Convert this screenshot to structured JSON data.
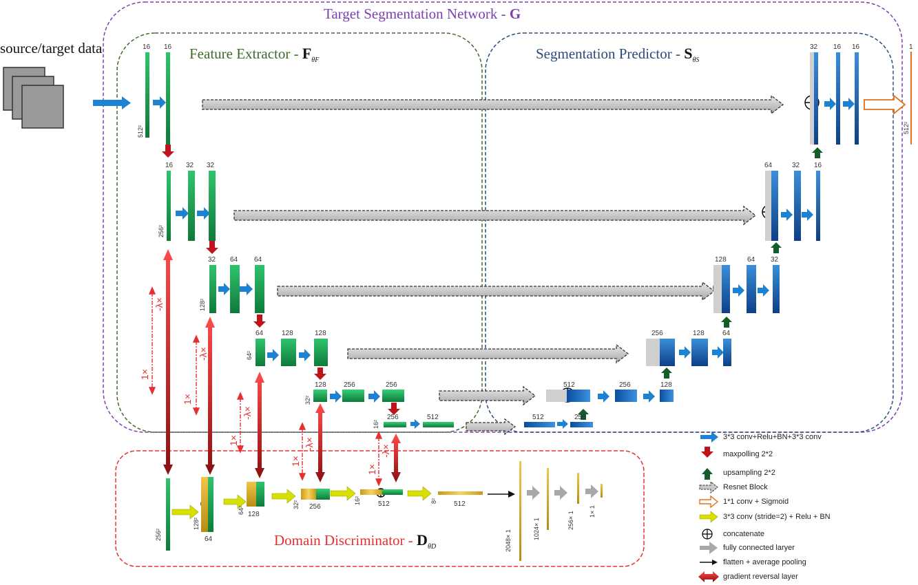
{
  "titles": {
    "network": "Target Segmentation  Network - ",
    "network_letter": "G",
    "input": "source/target data",
    "feature": "Feature Extractor - ",
    "feature_letter": "F",
    "feature_sub": "θF",
    "seg": "Segmentation Predictor - ",
    "seg_letter": "S",
    "seg_sub": "θS",
    "disc": "Domain Discriminator - ",
    "disc_letter": "D",
    "disc_sub": "θD"
  },
  "encoder": {
    "l1": {
      "a": "16",
      "b": "16",
      "size": "512²"
    },
    "l2": {
      "a": "16",
      "b": "32",
      "c": "32",
      "size": "256²"
    },
    "l3": {
      "a": "32",
      "b": "64",
      "c": "64",
      "size": "128²"
    },
    "l4": {
      "a": "64",
      "b": "128",
      "c": "128",
      "size": "64²"
    },
    "l5": {
      "a": "128",
      "b": "256",
      "c": "256",
      "size": "32²"
    },
    "l6": {
      "a": "256",
      "b": "512",
      "size": "16²"
    }
  },
  "decoder": {
    "l1": {
      "a": "32",
      "b": "16",
      "c": "16",
      "out": "1",
      "size": "512²"
    },
    "l2": {
      "a": "64",
      "b": "32",
      "c": "16"
    },
    "l3": {
      "a": "128",
      "b": "64",
      "c": "32"
    },
    "l4": {
      "a": "256",
      "b": "128",
      "c": "64"
    },
    "l5": {
      "a": "512",
      "b": "256",
      "c": "128"
    },
    "l6": {
      "a": "512",
      "b": "256"
    }
  },
  "discriminator": {
    "size1": "256²",
    "s2": "128²",
    "c2": "64",
    "s3": "64²",
    "c3": "128",
    "s4": "32²",
    "c4": "256",
    "s5": "16²",
    "c5": "512",
    "s6": "8²",
    "c6": "512",
    "fc1": "2048× 1",
    "fc2": "1024× 1",
    "fc3": "256× 1",
    "fc4": "1× 1"
  },
  "grl_labels": {
    "lambda": "-λ×",
    "one": "1×"
  },
  "legend": [
    {
      "icon": "blue-arrow-icon",
      "label": "3*3 conv+Relu+BN+3*3 conv"
    },
    {
      "icon": "red-down-arrow-icon",
      "label": "maxpolling 2*2"
    },
    {
      "icon": "green-up-arrow-icon",
      "label": "upsampling 2*2"
    },
    {
      "icon": "dashed-grey-arrow-icon",
      "label": "Resnet Block"
    },
    {
      "icon": "orange-outline-arrow-icon",
      "label": "1*1 conv + Sigmoid"
    },
    {
      "icon": "yellow-arrow-icon",
      "label": "3*3 conv (stride=2) + Relu + BN"
    },
    {
      "icon": "circled-plus-icon",
      "label": "concatenate"
    },
    {
      "icon": "grey-arrow-icon",
      "label": "fully connected laryer"
    },
    {
      "icon": "black-arrow-icon",
      "label": "flatten + average pooling"
    },
    {
      "icon": "double-red-arrow-icon",
      "label": "gradient reversal layer"
    }
  ],
  "colors": {
    "network_box": "#7b3fb3",
    "feature_box": "#3d6b2a",
    "seg_box": "#2a4a7a",
    "disc_box": "#e53030",
    "encoder_green": "#1e9e52",
    "decoder_blue": "#1f6fc5",
    "disc_gold": "#d9a820",
    "maxpool_red": "#c0141c",
    "upsample_green": "#145c2a",
    "conv_blue": "#1e82d2"
  }
}
